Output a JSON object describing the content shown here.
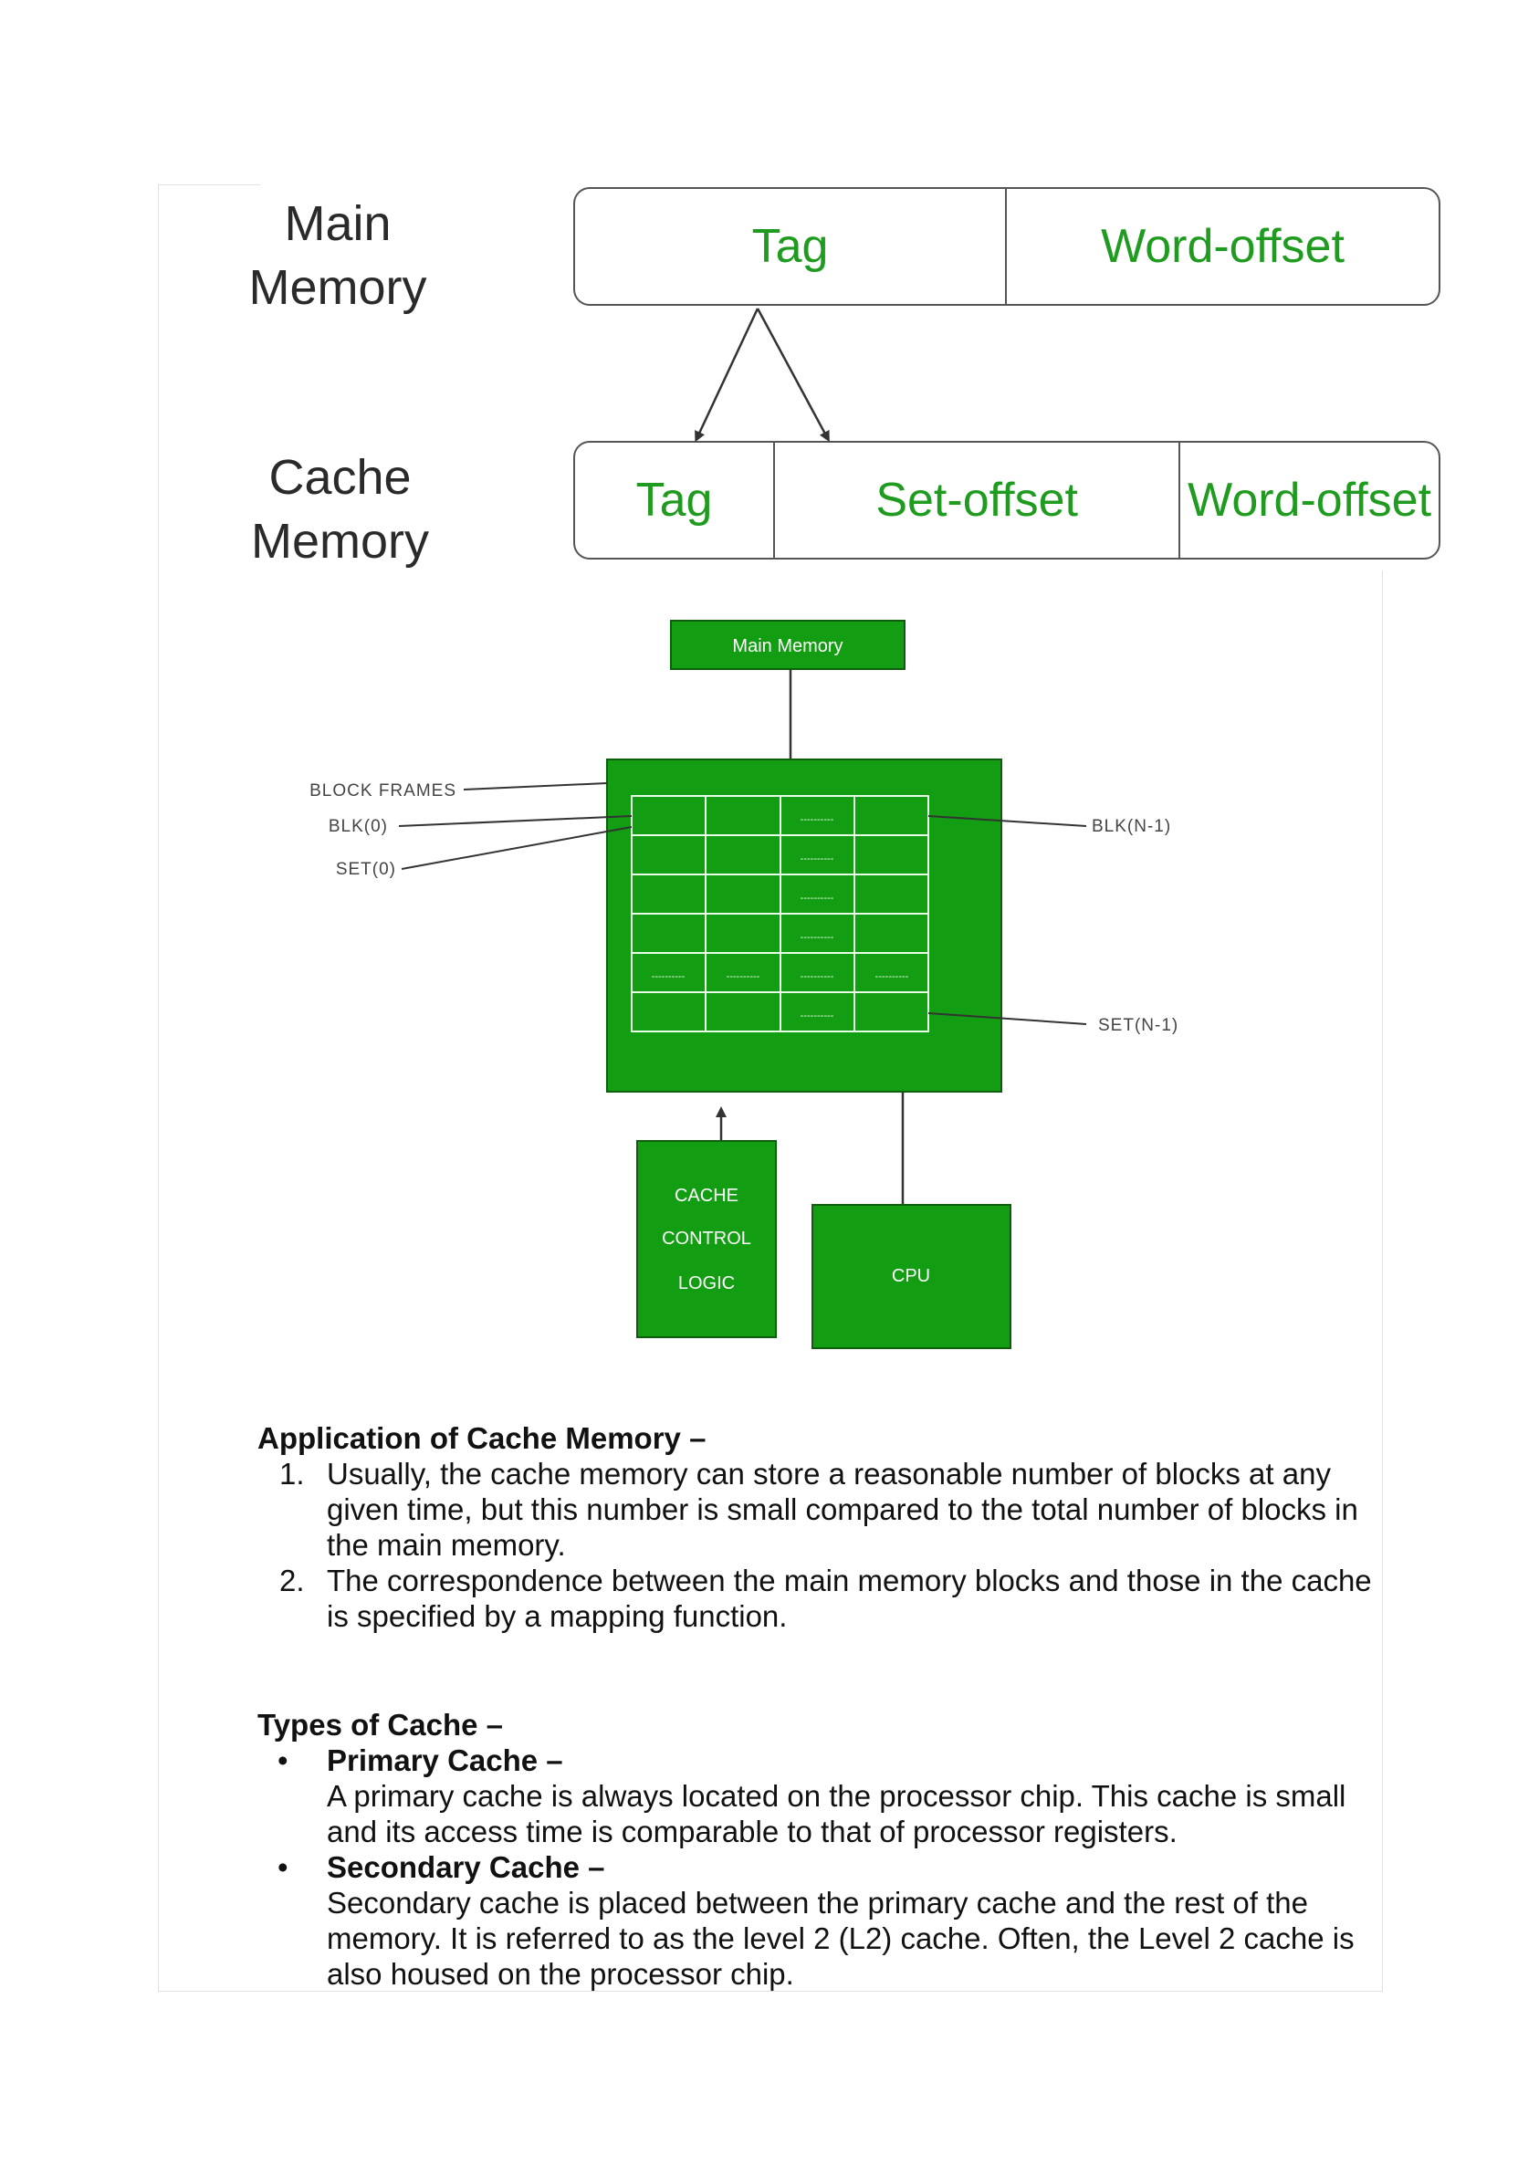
{
  "mapping": {
    "main_memory_label": "Main\nMemory",
    "cache_memory_label": "Cache\nMemory",
    "main_fields": [
      "Tag",
      "Word-offset"
    ],
    "cache_fields": [
      "Tag",
      "Set-offset",
      "Word-offset"
    ]
  },
  "diagram": {
    "main_memory_box": "Main Memory",
    "cache_control_lines": [
      "CACHE",
      "CONTROL",
      "LOGIC"
    ],
    "cpu_box": "CPU",
    "labels": {
      "block_frames": "BLOCK FRAMES",
      "blk0": "BLK(0)",
      "set0": "SET(0)",
      "blkn": "BLK(N-1)",
      "setn": "SET(N-1)"
    },
    "dash_glyph": "----------",
    "colors": {
      "box_fill": "#139d13",
      "box_border": "#0d5e0d",
      "grid_line": "#e8ffe8"
    }
  },
  "application": {
    "heading": "Application of Cache Memory –",
    "items": [
      "Usually, the cache memory can store a reasonable number of blocks at any given time, but this number is small compared to the total number of blocks in the main memory.",
      "The correspondence between the main memory blocks and those in the cache is specified by a mapping function."
    ]
  },
  "types": {
    "heading": "Types of Cache –",
    "items": [
      {
        "title": "Primary Cache –",
        "body": "A primary cache is always located on the processor chip. This cache is small and its access time is comparable to that of processor registers."
      },
      {
        "title": "Secondary Cache –",
        "body": "Secondary cache is placed between the primary cache and the rest of the memory. It is referred to as the level 2 (L2) cache. Often, the Level 2 cache is also housed on the processor chip."
      }
    ]
  }
}
